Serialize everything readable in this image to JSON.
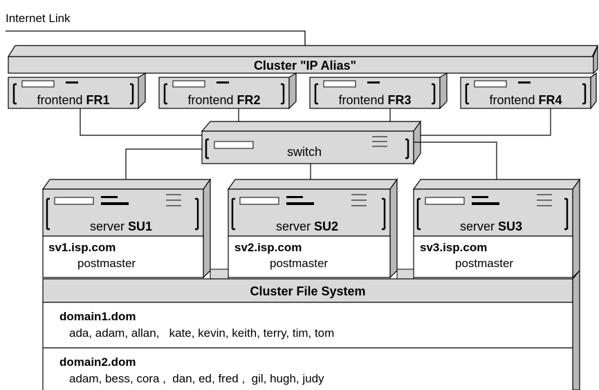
{
  "internet_link_label": "Internet Link",
  "cluster_label": "Cluster \"IP Alias\"",
  "frontends": [
    {
      "prefix": "frontend",
      "name": "FR1"
    },
    {
      "prefix": "frontend",
      "name": "FR2"
    },
    {
      "prefix": "frontend",
      "name": "FR3"
    },
    {
      "prefix": "frontend",
      "name": "FR4"
    }
  ],
  "switch_label": "switch",
  "servers": [
    {
      "prefix": "server",
      "name": "SU1",
      "host": "sv1.isp.com",
      "role": "postmaster"
    },
    {
      "prefix": "server",
      "name": "SU2",
      "host": "sv2.isp.com",
      "role": "postmaster"
    },
    {
      "prefix": "server",
      "name": "SU3",
      "host": "sv3.isp.com",
      "role": "postmaster"
    }
  ],
  "filesystem_label": "Cluster File System",
  "domains": [
    {
      "name": "domain1.dom",
      "users": "ada, adam, allan,   kate, kevin, keith, terry, tim, tom"
    },
    {
      "name": "domain2.dom",
      "users": "adam, bess, cora ,  dan, ed, fred ,  gil, hugh, judy"
    }
  ],
  "colors": {
    "fill": "#d9d9d9",
    "shade": "#b8b8b8",
    "stroke": "#000000",
    "panel": "#ffffff"
  }
}
